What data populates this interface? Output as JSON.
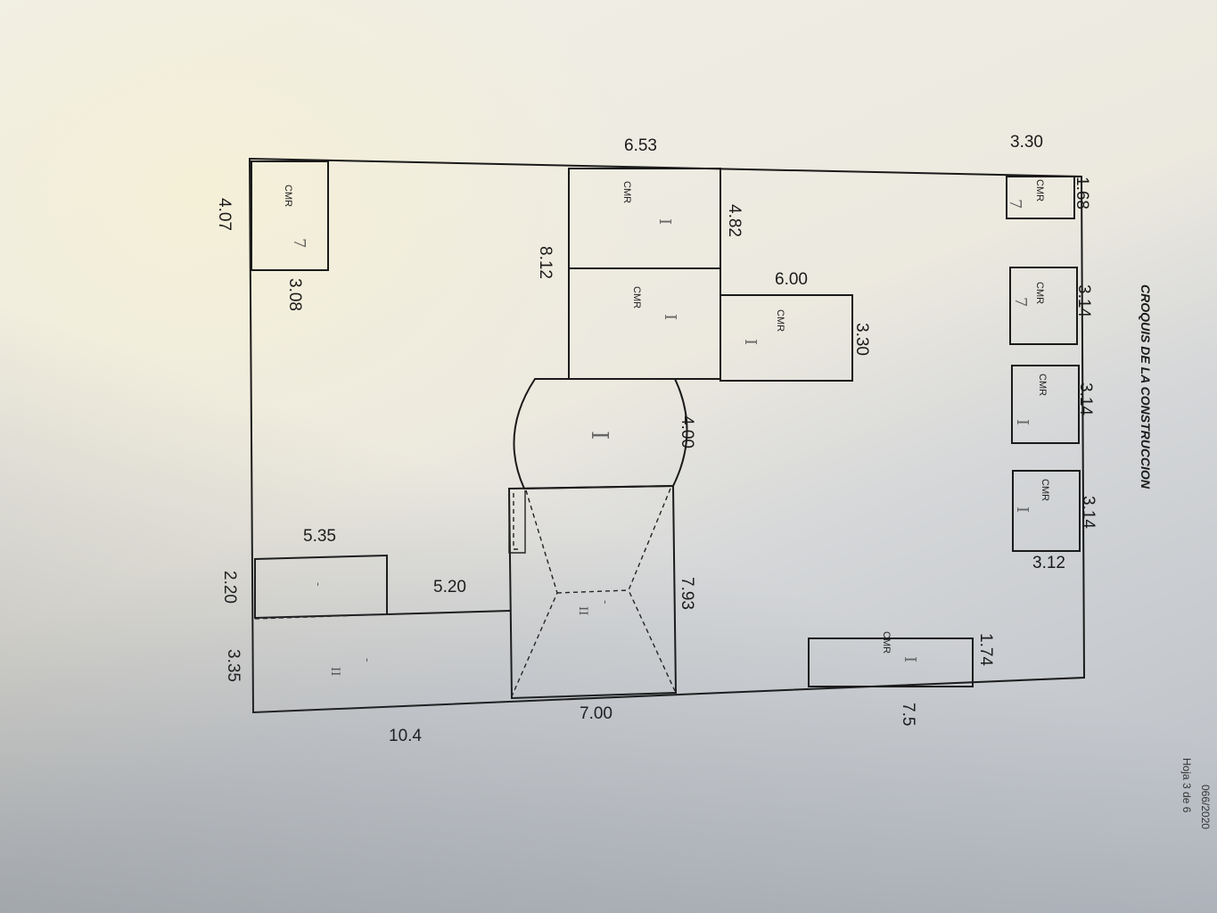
{
  "title": "CROQUIS DE LA CONSTRUCCION",
  "footer": {
    "page": "Hoja 3 de 6",
    "ref": "066/2020"
  },
  "room_label": "CMR",
  "marks": {
    "one": "I",
    "two": "II",
    "dash": "-",
    "roman_hand": "I",
    "hand_7": "7"
  },
  "dimensions": {
    "top_653": "6.53",
    "top_330": "3.30",
    "d_407": "4.07",
    "d_308": "3.08",
    "d_812": "8.12",
    "d_482": "4.82",
    "d_600": "6.00",
    "d_330b": "3.30",
    "d_168": "1.68",
    "d_314a": "3.14",
    "d_314b": "3.14",
    "d_314c": "3.14",
    "d_312": "3.12",
    "d_400": "4.00",
    "d_793": "7.93",
    "d_535": "5.35",
    "d_520": "5.20",
    "d_220": "2.20",
    "d_335": "3.35",
    "d_104": "10.4",
    "d_700": "7.00",
    "d_75": "7.5",
    "d_174": "1.74"
  }
}
